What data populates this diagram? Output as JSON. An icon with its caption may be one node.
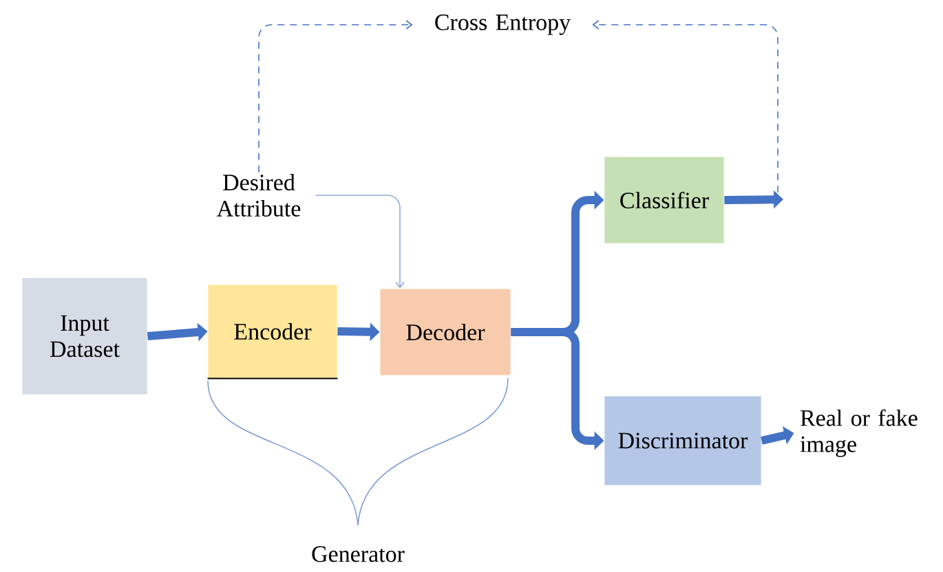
{
  "diagram": {
    "nodes": [
      {
        "text": [
          "Input Dataset"
        ]
      },
      {
        "text": [
          "Encoder"
        ]
      },
      {
        "text": [
          "Decoder"
        ]
      },
      {
        "text": [
          "Classifier"
        ]
      },
      {
        "text": [
          "Discriminator"
        ]
      },
      {
        "text": [
          "Desired Attribute"
        ]
      },
      {
        "text": [
          "Cross Entropy"
        ]
      },
      {
        "text": [
          "Real or fake image"
        ]
      }
    ],
    "edges": [
      {
        "from": 0,
        "to": 1,
        "arrow": "to"
      },
      {
        "from": 1,
        "to": 2,
        "arrow": "to"
      },
      {
        "from": 5,
        "to": 2,
        "arrow": "to",
        "color": "#8faadc"
      },
      {
        "from": 2,
        "to": 3,
        "arrow": "to"
      },
      {
        "from": 2,
        "to": 4,
        "arrow": "to"
      },
      {
        "from": 3,
        "to": null,
        "arrow": "to"
      },
      {
        "from": 4,
        "to": 7,
        "arrow": "to"
      },
      {
        "from": 5,
        "to": 6,
        "arrow": "to",
        "style": "dashed"
      },
      {
        "from": null,
        "to": 6,
        "arrow": "to",
        "style": "dashed"
      }
    ],
    "labels": [
      "Generator"
    ]
  }
}
